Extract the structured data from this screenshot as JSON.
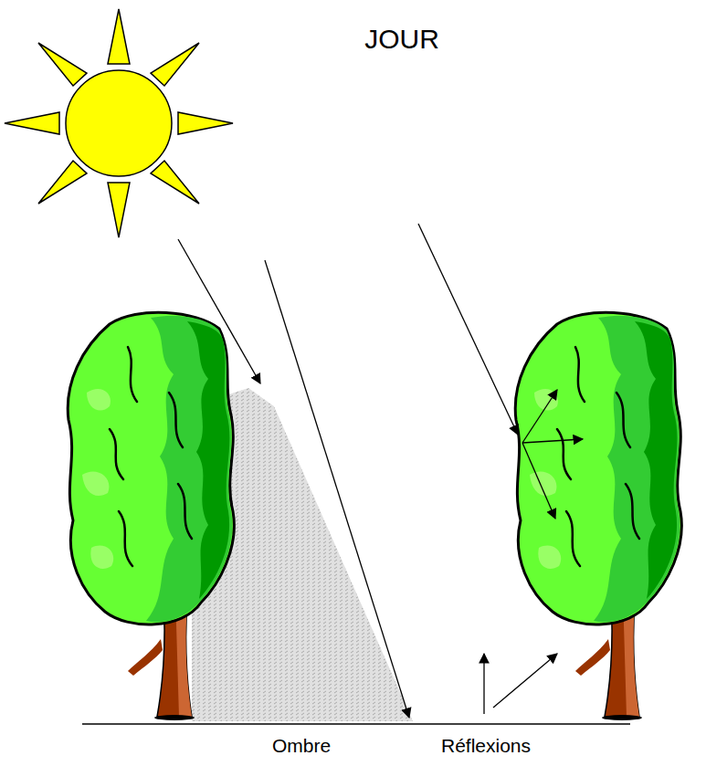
{
  "diagram": {
    "title": "JOUR",
    "labels": [
      "Ombre",
      "Réflexions"
    ]
  }
}
